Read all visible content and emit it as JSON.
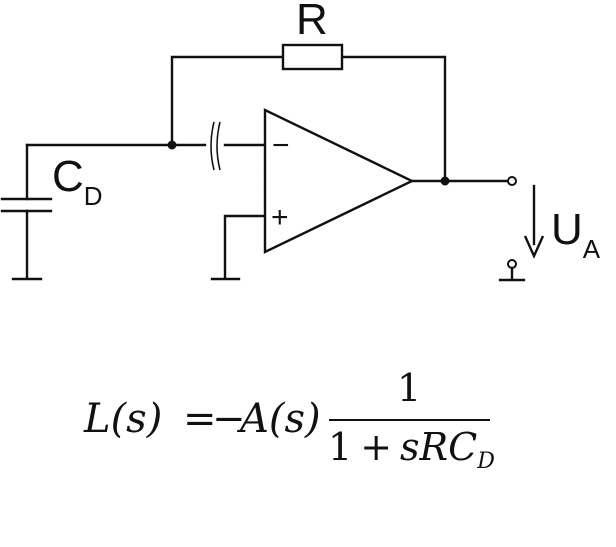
{
  "schematic": {
    "resistor": {
      "letter": "R"
    },
    "capacitor": {
      "letter": "C",
      "subscript": "D"
    },
    "output_voltage": {
      "letter": "U",
      "subscript": "A"
    },
    "opamp": {
      "inverting_sign": "−",
      "noninverting_sign": "+"
    }
  },
  "formula": {
    "lhs": "L(s)",
    "equals": "=",
    "minus": "−",
    "gain": "A(s)",
    "numerator": "1",
    "denominator_one": "1",
    "denominator_plus": "+",
    "denominator_s": "s",
    "denominator_R": "R",
    "denominator_C": "C",
    "denominator_C_sub": "D"
  }
}
